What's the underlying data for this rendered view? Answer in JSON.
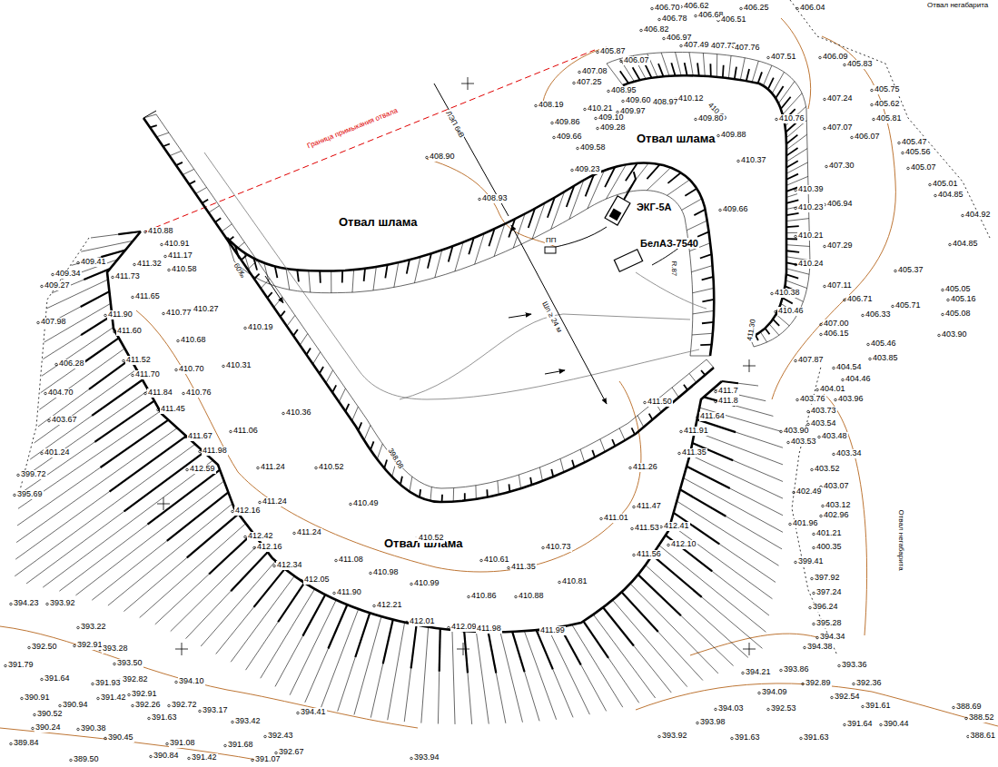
{
  "diagram": {
    "labels": [
      "Отвал негабарита",
      "Отвал шлама",
      "Отвал шлама",
      "Отвал шлама",
      "Граница примыкания отвала",
      "ЛЭП 6кВ",
      "ЭКГ-5А",
      "БелАЗ-7540",
      "ПП",
      "R.87",
      "Шп ≥ 24 м",
      "60‰",
      "398.08",
      "Отвал негабарита",
      "411.30",
      "410.40",
      "406.70",
      "406.62",
      "406.68",
      "406.25",
      "406.04",
      "405.87",
      "406.07",
      "406.78",
      "406.51",
      "406.82",
      "406.97",
      "407.08",
      "407.25",
      "407.49",
      "407.73",
      "407.76",
      "407.51",
      "406.09",
      "405.83",
      "405.75",
      "405.62",
      "405.81",
      "406.07",
      "405.47",
      "405.56",
      "405.07",
      "405.01",
      "404.85",
      "404.92",
      "404.85",
      "408.95",
      "409.60",
      "409.97",
      "410.21",
      "408.97",
      "410.12",
      "408.19",
      "409.86",
      "409.10",
      "409.28",
      "409.80",
      "409.88",
      "410.76",
      "407.24",
      "407.07",
      "409.66",
      "409.58",
      "408.90",
      "409.23",
      "408.93",
      "410.37",
      "407.30",
      "410.39",
      "410.23",
      "406.94",
      "409.66",
      "410.21",
      "407.29",
      "410.24",
      "407.11",
      "405.37",
      "405.05",
      "405.16",
      "405.71",
      "405.08",
      "410.38",
      "406.71",
      "406.33",
      "410.46",
      "407.00",
      "406.15",
      "405.46",
      "403.90",
      "407.87",
      "403.85",
      "404.54",
      "404.46",
      "404.01",
      "403.76",
      "403.96",
      "403.73",
      "403.54",
      "403.48",
      "403.90",
      "403.53",
      "403.34",
      "403.52",
      "403.07",
      "402.49",
      "403.12",
      "402.96",
      "401.96",
      "401.21",
      "400.35",
      "399.41",
      "397.92",
      "397.24",
      "396.24",
      "395.28",
      "394.34",
      "394.38",
      "393.36",
      "393.86",
      "394.21",
      "392.89",
      "392.36",
      "394.09",
      "392.54",
      "394.03",
      "392.53",
      "391.61",
      "391.64",
      "390.44",
      "388.69",
      "388.52",
      "388.61",
      "393.98",
      "393.92",
      "391.63",
      "391.63",
      "410.88",
      "410.91",
      "411.17",
      "411.32",
      "409.41",
      "409.34",
      "409.27",
      "411.73",
      "410.58",
      "411.65",
      "407.98",
      "411.90",
      "410.77",
      "410.27",
      "411.60",
      "410.68",
      "406.28",
      "411.52",
      "410.70",
      "410.31",
      "410.19",
      "411.70",
      "410.76",
      "404.70",
      "411.84",
      "411.45",
      "403.67",
      "410.36",
      "411.06",
      "411.67",
      "411.98",
      "401.24",
      "399.72",
      "412.59",
      "411.24",
      "410.52",
      "395.69",
      "411.24",
      "412.16",
      "410.49",
      "411.24",
      "412.42",
      "412.16",
      "410.52",
      "411.08",
      "412.34",
      "410.98",
      "410.99",
      "410.61",
      "410.73",
      "410.81",
      "412.05",
      "411.90",
      "410.86",
      "410.88",
      "411.35",
      "412.21",
      "412.01",
      "412.09",
      "411.98",
      "411.99",
      "411.7",
      "411.8",
      "411.64",
      "411.50",
      "411.91",
      "411.35",
      "411.26",
      "411.47",
      "411.01",
      "411.53",
      "412.41",
      "412.10",
      "411.56",
      "394.23",
      "393.92",
      "393.22",
      "392.50",
      "392.91",
      "393.28",
      "393.50",
      "391.79",
      "391.64",
      "391.93",
      "392.82",
      "394.10",
      "391.42",
      "392.91",
      "390.91",
      "390.94",
      "392.26",
      "392.72",
      "393.17",
      "390.52",
      "391.63",
      "390.24",
      "390.38",
      "394.41",
      "393.42",
      "390.45",
      "391.08",
      "391.68",
      "392.43",
      "392.67",
      "390.84",
      "391.42",
      "391.07",
      "389.50",
      "389.84",
      "393.94"
    ]
  }
}
